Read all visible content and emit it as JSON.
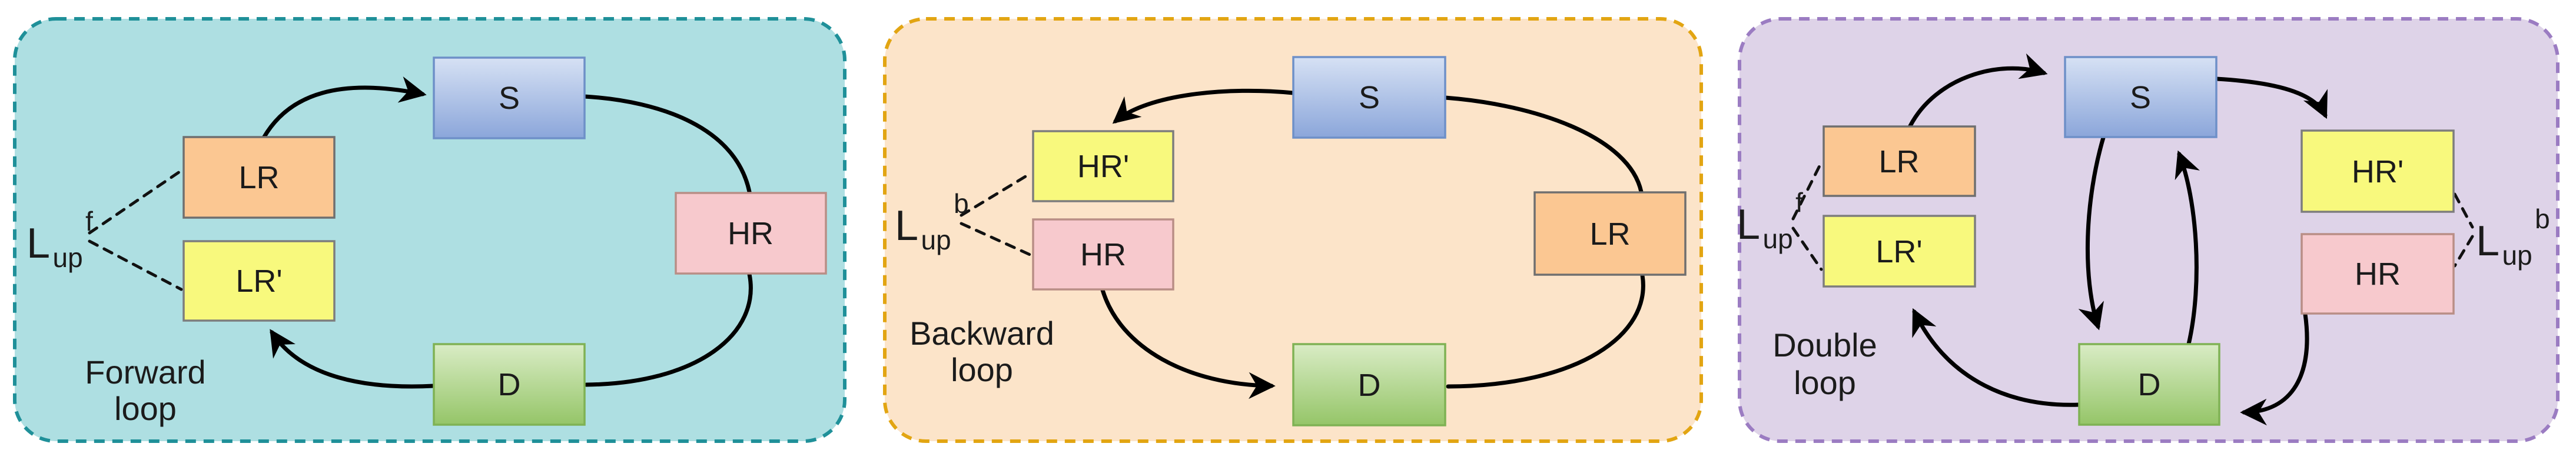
{
  "figure": {
    "description_note": "three-panel loop diagram"
  },
  "panels": [
    {
      "id": "forward",
      "caption": [
        "Forward",
        "loop"
      ],
      "loss": {
        "base": "L",
        "sub": "up",
        "sup": "f"
      },
      "nodes": {
        "s": "S",
        "lr": "LR",
        "lrp": "LR'",
        "hr": "HR",
        "d": "D"
      }
    },
    {
      "id": "backward",
      "caption": [
        "Backward",
        "loop"
      ],
      "loss": {
        "base": "L",
        "sub": "up",
        "sup": "b"
      },
      "nodes": {
        "s": "S",
        "hrp": "HR'",
        "hr": "HR",
        "lr": "LR",
        "d": "D"
      }
    },
    {
      "id": "double",
      "caption": [
        "Double",
        "loop"
      ],
      "loss_forward": {
        "base": "L",
        "sub": "up",
        "sup": "f"
      },
      "loss_backward": {
        "base": "L",
        "sub": "up",
        "sup": "b"
      },
      "nodes": {
        "s": "S",
        "lr": "LR",
        "lrp": "LR'",
        "hrp": "HR'",
        "hr": "HR",
        "d": "D"
      }
    }
  ],
  "colors": {
    "panel_forward_bg": "#aedfe2",
    "panel_forward_border": "#1f9099",
    "panel_backward_bg": "#fce4c9",
    "panel_backward_border": "#e2a512",
    "panel_double_bg": "#ded3e8",
    "panel_double_border": "#9b7cc2",
    "s_fill_top": "#d6e1f4",
    "s_fill_bottom": "#8ba6da",
    "s_border": "#6e90c8",
    "lr_fill": "#fbc792",
    "lr_border": "#6f6f6f",
    "yellow_fill": "#f8f97d",
    "yellow_border": "#7d7d7d",
    "hr_fill": "#f7c9cd",
    "hr_border": "#b98e86",
    "d_fill_top": "#d9ecc5",
    "d_fill_bottom": "#95c568",
    "d_border": "#7fb254",
    "arrow": "#000000",
    "text": "#1b1b1b"
  }
}
